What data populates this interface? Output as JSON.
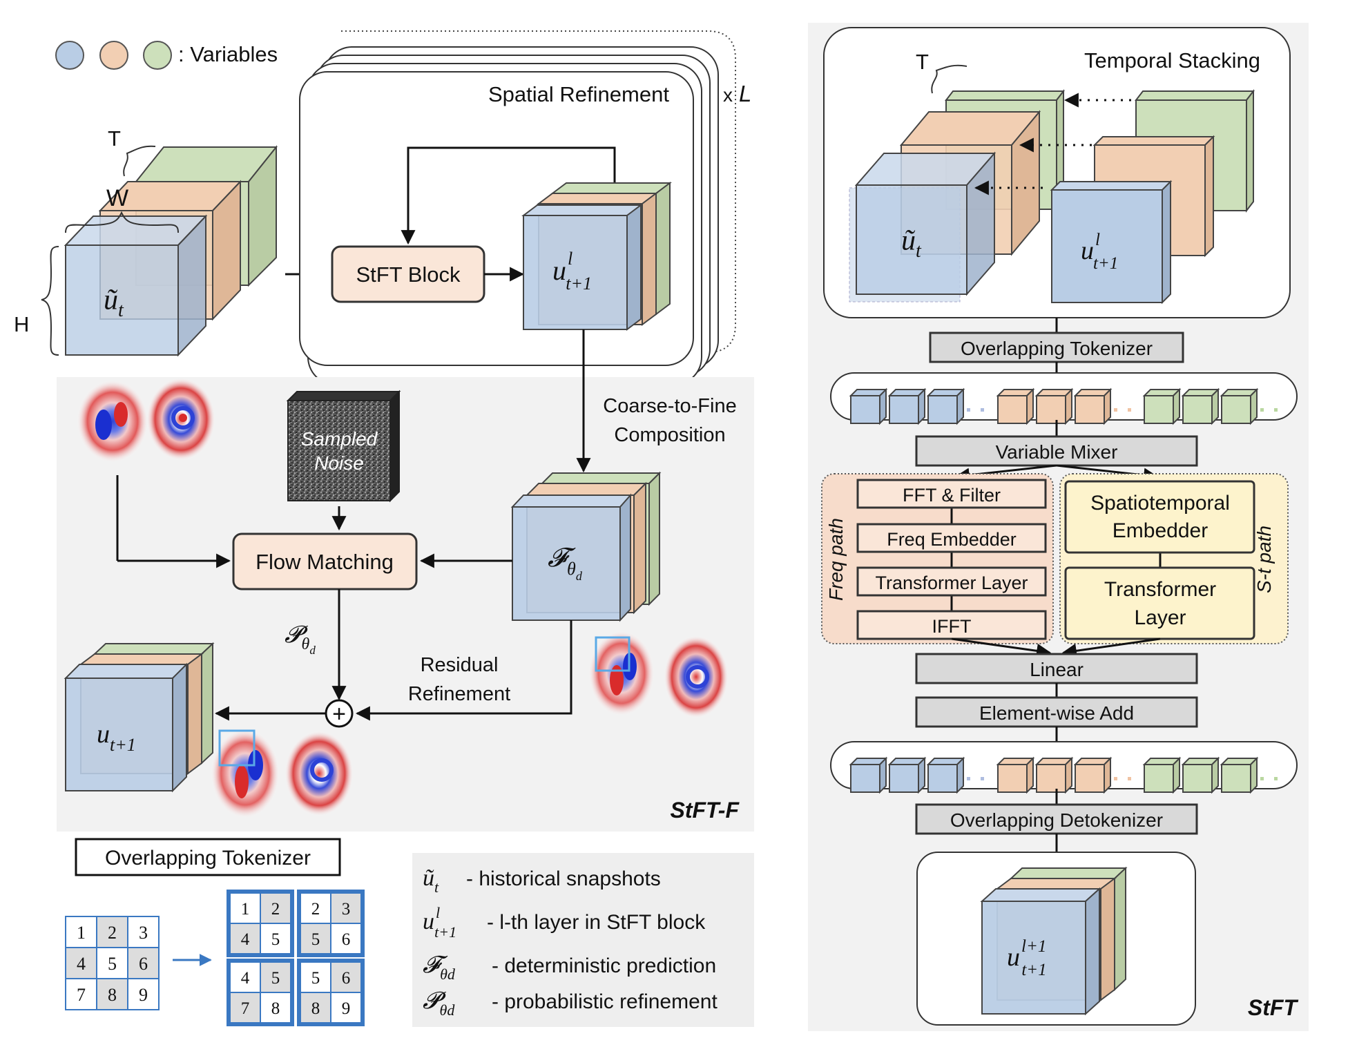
{
  "left": {
    "legend_label": ": Variables",
    "dims": {
      "t": "T",
      "w": "W",
      "h": "H"
    },
    "input_label": "ũ",
    "input_sub": "t",
    "spatial_refinement_title": "Spatial Refinement",
    "repeat_x": "x",
    "repeat_l": "L",
    "stft_block": "StFT Block",
    "layer_out_main": "u",
    "layer_out_sup": "l",
    "layer_out_sub": "t+1",
    "coarse_to_fine_1": "Coarse-to-Fine",
    "coarse_to_fine_2": "Composition",
    "sampled_noise_1": "Sampled",
    "sampled_noise_2": "Noise",
    "flow_matching": "Flow Matching",
    "f_main": "𝓕",
    "f_sub": "θ",
    "f_subsub": "d",
    "p_main": "𝓟",
    "p_sub": "θ",
    "p_subsub": "d",
    "plus": "+",
    "residual_1": "Residual",
    "residual_2": "Refinement",
    "out_main": "u",
    "out_sub": "t+1",
    "panel_title": "StFT-F",
    "tokenizer_title": "Overlapping Tokenizer",
    "grid": [
      "1",
      "2",
      "3",
      "4",
      "5",
      "6",
      "7",
      "8",
      "9"
    ],
    "patches": [
      [
        "1",
        "2",
        "4",
        "5"
      ],
      [
        "2",
        "3",
        "5",
        "6"
      ],
      [
        "4",
        "5",
        "7",
        "8"
      ],
      [
        "5",
        "6",
        "8",
        "9"
      ]
    ]
  },
  "legend_items": [
    {
      "symbol_main": "ũ",
      "symbol_sub": "t",
      "symbol_sup": "",
      "desc": "- historical snapshots"
    },
    {
      "symbol_main": "u",
      "symbol_sub": "t+1",
      "symbol_sup": "l",
      "desc": "-  l-th layer in StFT block"
    },
    {
      "symbol_main": "𝓕",
      "symbol_sub": "θd",
      "symbol_sup": "",
      "desc": "- deterministic prediction"
    },
    {
      "symbol_main": "𝓟",
      "symbol_sub": "θd",
      "symbol_sup": "",
      "desc": "- probabilistic refinement"
    }
  ],
  "right": {
    "t_label": "T",
    "temporal_stacking": "Temporal Stacking",
    "cube1_main": "ũ",
    "cube1_sub": "t",
    "cube2_main": "u",
    "cube2_sup": "l",
    "cube2_sub": "t+1",
    "overlapping_tokenizer": "Overlapping Tokenizer",
    "variable_mixer": "Variable Mixer",
    "freq_path_label": "Freq path",
    "st_path_label": "S-t path",
    "fft_filter": "FFT & Filter",
    "freq_embedder": "Freq Embedder",
    "transformer_layer": "Transformer Layer",
    "ifft": "IFFT",
    "st_embedder_1": "Spatiotemporal",
    "st_embedder_2": "Embedder",
    "st_transformer_1": "Transformer",
    "st_transformer_2": "Layer",
    "linear": "Linear",
    "elementwise_add": "Element-wise Add",
    "overlapping_detokenizer": "Overlapping Detokenizer",
    "out_main": "u",
    "out_sup": "l+1",
    "out_sub": "t+1",
    "panel_title": "StFT"
  },
  "colors": {
    "blue": "#b9cde5",
    "orange": "#f2cfb3",
    "green": "#cde0bb",
    "block_fill": "#fae6d8",
    "gray_fill": "#d9d9d9",
    "yellow_fill": "#fdf3cc",
    "panel_gray": "#f2f2f2",
    "freq_bg": "#f7dccb",
    "st_bg": "#fdf2cf",
    "highlight": "#5aa9e6"
  }
}
